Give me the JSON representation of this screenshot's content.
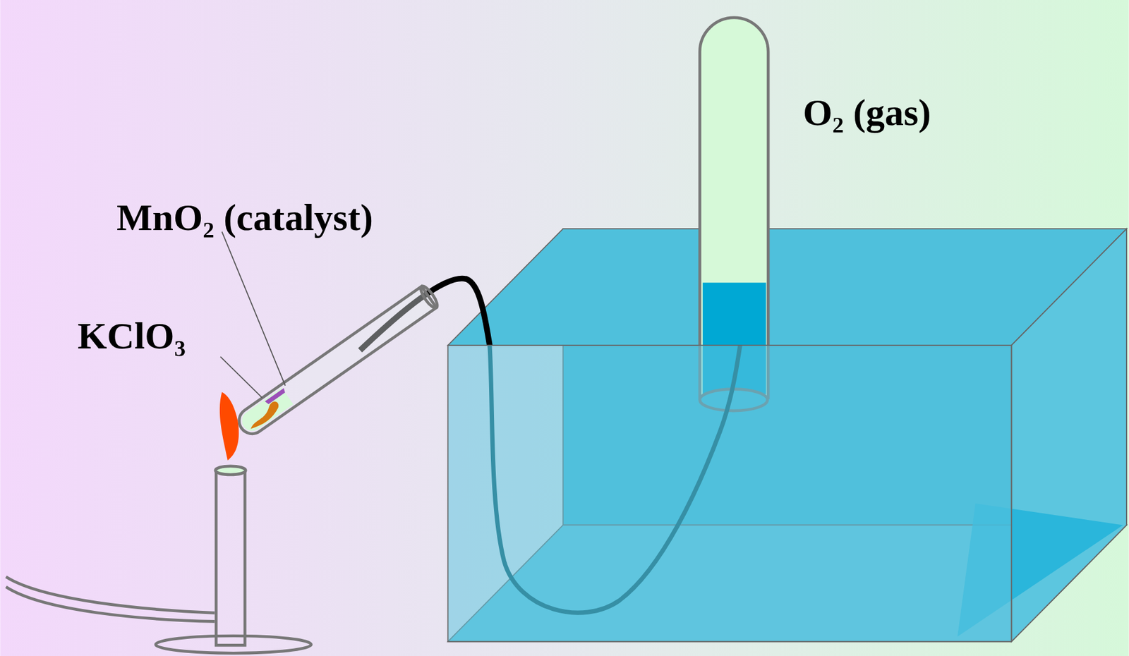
{
  "diagram": {
    "labels": [
      "MnO₂ (catalyst)",
      "KClO₃",
      "O₂ (gas)"
    ]
  }
}
